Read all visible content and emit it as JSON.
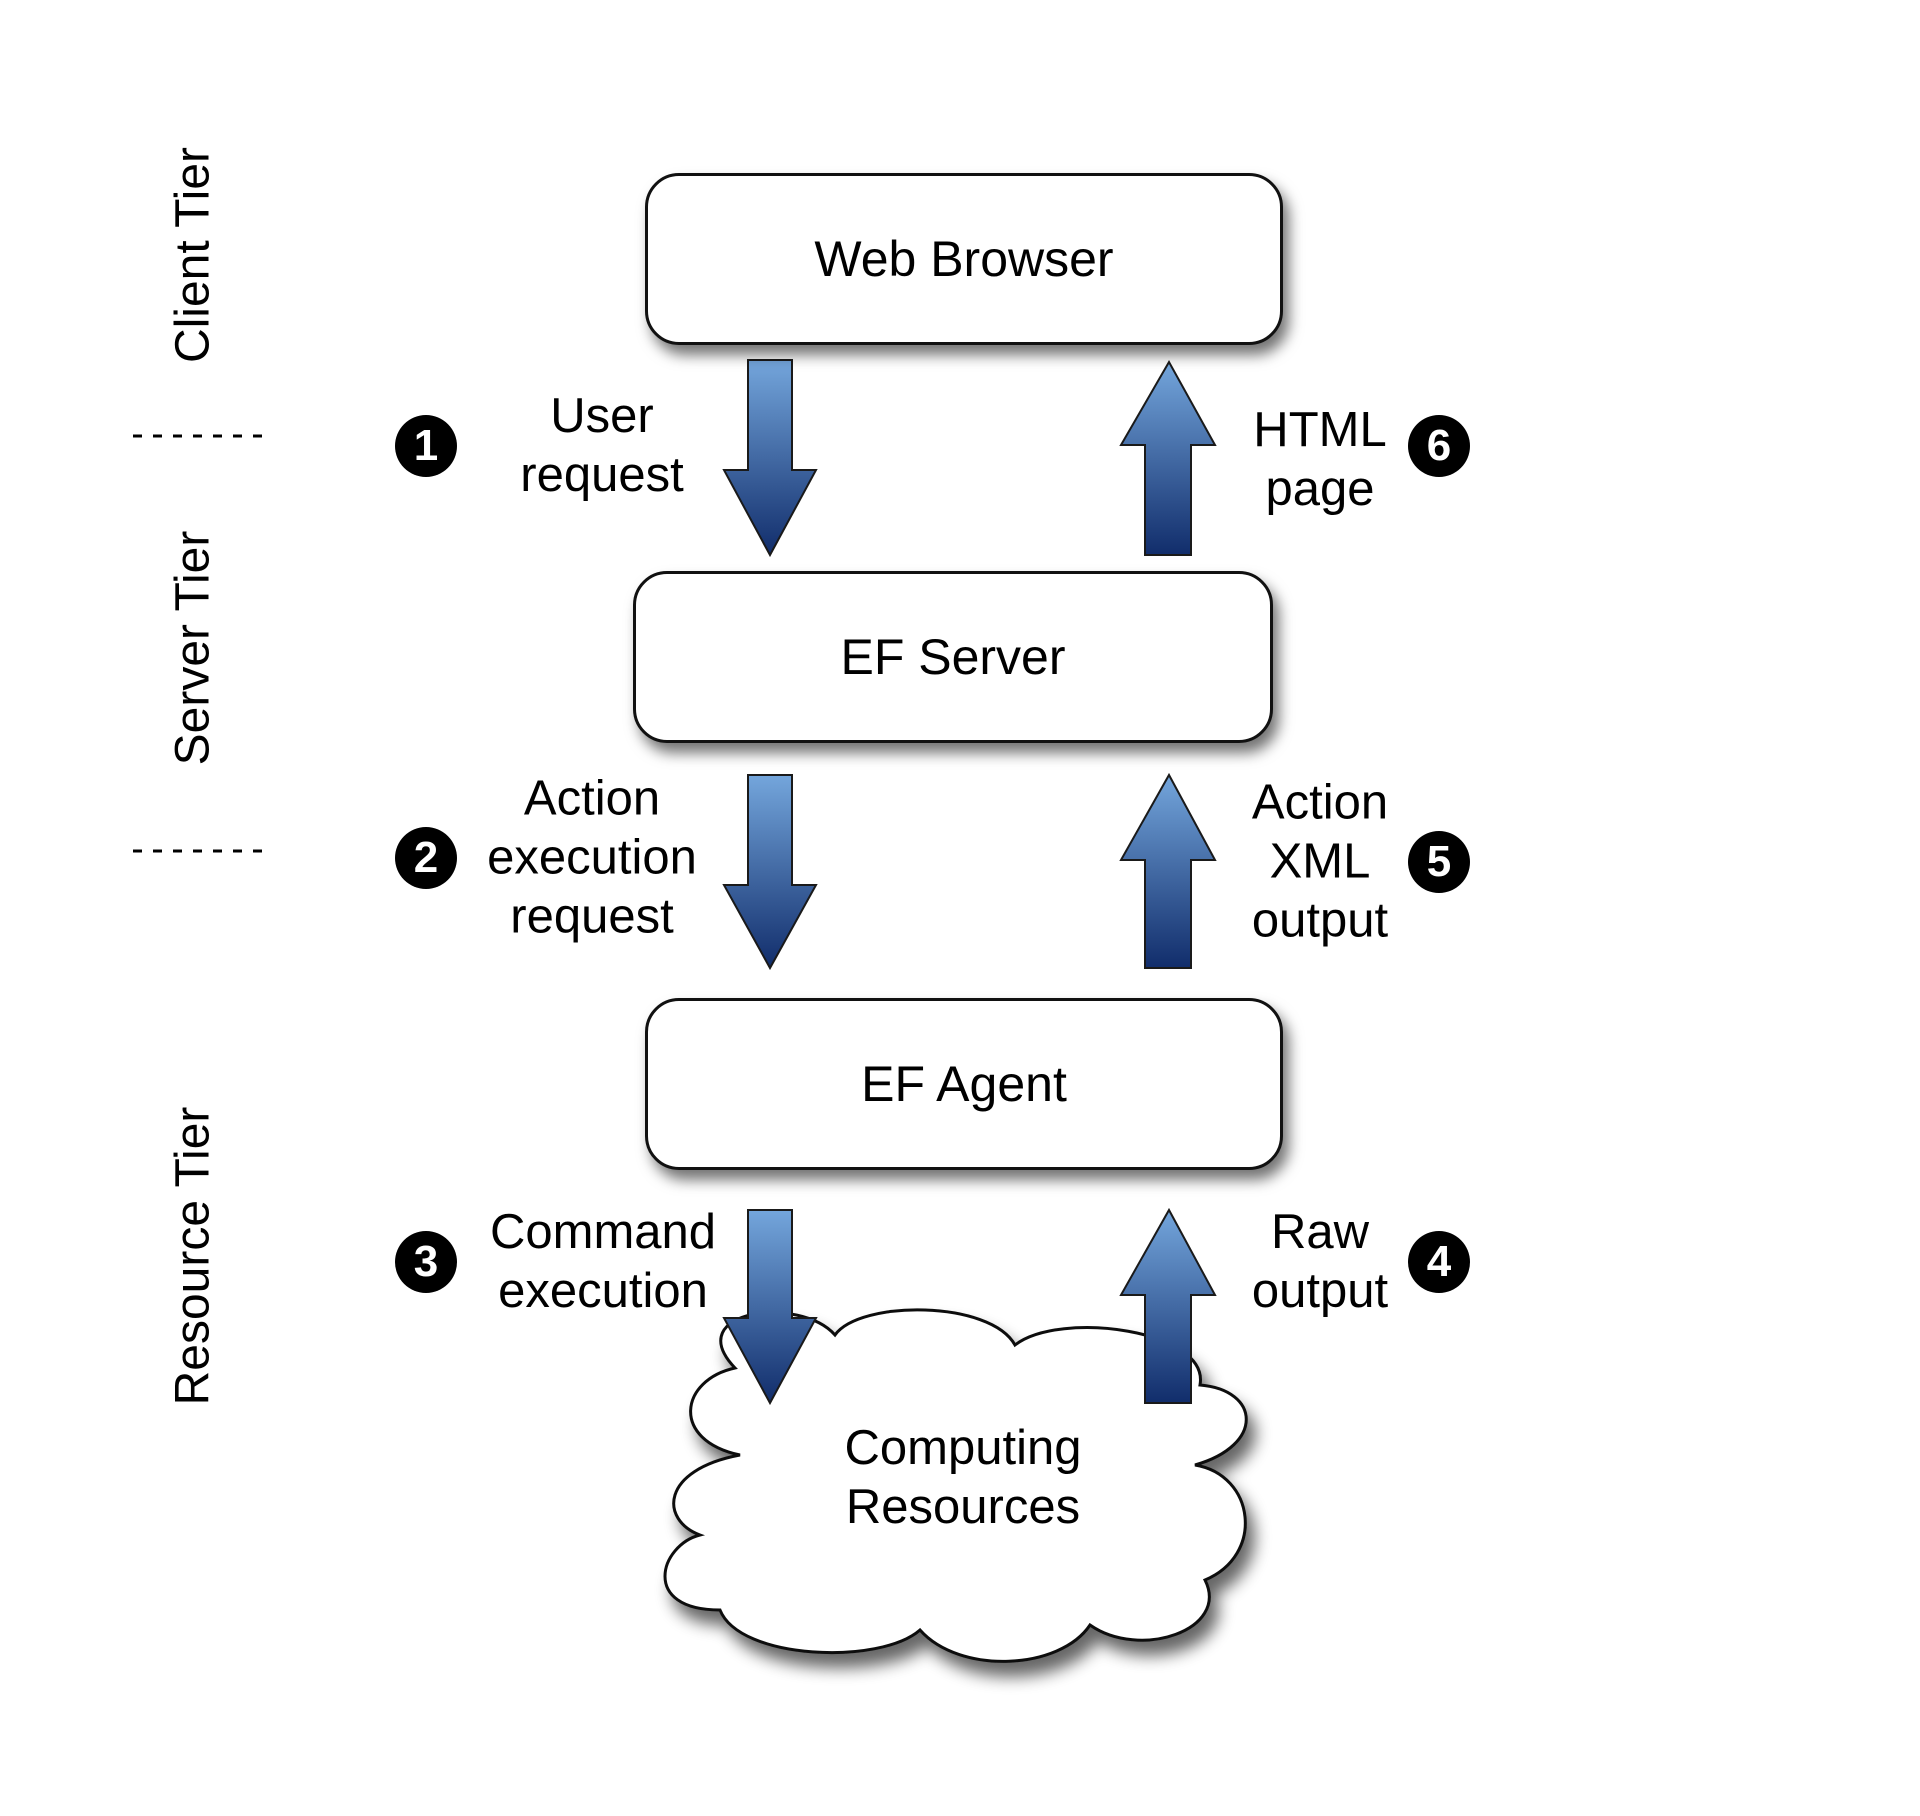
{
  "tiers": {
    "client": "Client Tier",
    "server": "Server Tier",
    "resource": "Resource Tier"
  },
  "nodes": {
    "web_browser": "Web Browser",
    "ef_server": "EF Server",
    "ef_agent": "EF Agent",
    "computing_resources": [
      "Computing",
      "Resources"
    ]
  },
  "flows": {
    "step1": {
      "badge": "1",
      "lines": [
        "User",
        "request"
      ]
    },
    "step2": {
      "badge": "2",
      "lines": [
        "Action",
        "execution",
        "request"
      ]
    },
    "step3": {
      "badge": "3",
      "lines": [
        "Command",
        "execution"
      ]
    },
    "step4": {
      "badge": "4",
      "lines": [
        "Raw",
        "output"
      ]
    },
    "step5": {
      "badge": "5",
      "lines": [
        "Action",
        "XML",
        "output"
      ]
    },
    "step6": {
      "badge": "6",
      "lines": [
        "HTML",
        "page"
      ]
    }
  },
  "colors": {
    "arrow_light": "#74a6dc",
    "arrow_dark": "#112d6b",
    "outline": "#111111"
  }
}
